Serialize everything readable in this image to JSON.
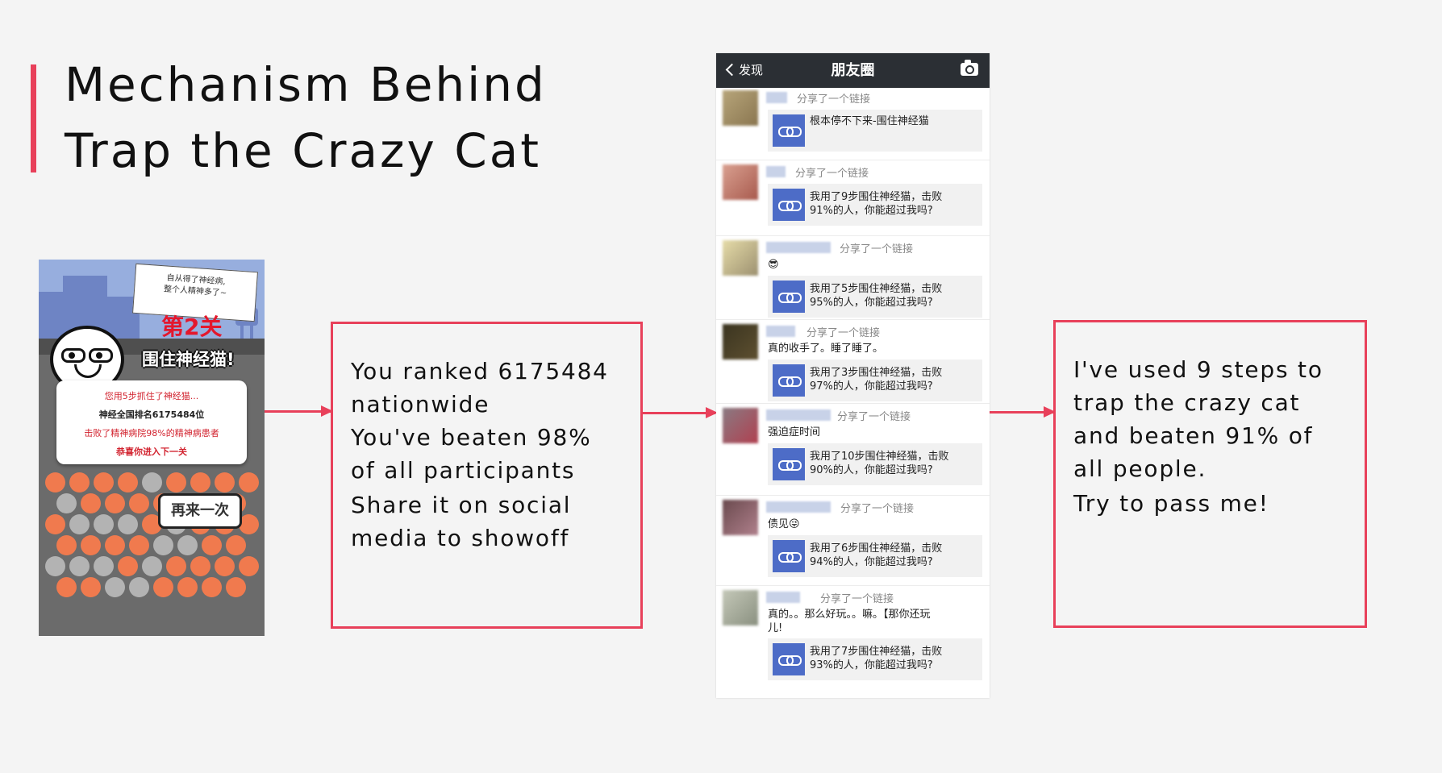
{
  "slide": {
    "title_line1": "Mechanism Behind",
    "title_line2": "Trap the Crazy Cat",
    "accent_color": "#e8405a"
  },
  "game": {
    "banner_line1": "自从得了神经病,",
    "banner_line2": "整个人精神多了~",
    "level": "第2关",
    "game_title": "围住神经猫!",
    "result_line1": "您用5步抓住了神经猫...",
    "result_line2": "神经全国排名6175484位",
    "result_line3": "击败了精神病院98%的精神病患者",
    "result_line4": "恭喜你进入下一关",
    "again_button": "再来一次",
    "dot_colors": {
      "filled": "#f07a4e",
      "empty": "#b3b3b3"
    }
  },
  "box_left": {
    "para1": [
      "You ranked 6175484",
      "nationwide",
      "You've beaten 98%",
      "of all participants"
    ],
    "para2": [
      "Share it on social",
      "media to showoff"
    ]
  },
  "box_right": {
    "para1": [
      "I've used 9 steps to",
      "trap the crazy cat",
      "and beaten 91% of",
      "all people."
    ],
    "para2": [
      "Try to pass me!"
    ]
  },
  "feed": {
    "back_label": "发现",
    "title": "朋友圈",
    "camera_icon": "camera-icon",
    "posts": [
      {
        "share": "分享了一个链接",
        "note": "",
        "link": [
          "根本停不下来-围住神经猫"
        ]
      },
      {
        "share": "分享了一个链接",
        "note": "",
        "link": [
          "我用了9步围住神经猫，击败",
          "91%的人，你能超过我吗?"
        ]
      },
      {
        "share": "分享了一个链接",
        "note": "😎",
        "link": [
          "我用了5步围住神经猫，击败",
          "95%的人，你能超过我吗?"
        ]
      },
      {
        "share": "分享了一个链接",
        "note": "真的收手了。睡了睡了。",
        "link": [
          "我用了3步围住神经猫，击败",
          "97%的人，你能超过我吗?"
        ]
      },
      {
        "share": "分享了一个链接",
        "note": "强迫症时间",
        "link": [
          "我用了10步围住神经猫，击败",
          "90%的人，你能超过我吗?"
        ]
      },
      {
        "share": "分享了一个链接",
        "note": "债见😜",
        "link": [
          "我用了6步围住神经猫，击败",
          "94%的人，你能超过我吗?"
        ]
      },
      {
        "share": "分享了一个链接",
        "note": "真的。。那么好玩。。嘛。【那你还玩",
        "note2": "儿!",
        "link": [
          "我用了7步围住神经猫，击败",
          "93%的人，你能超过我吗?"
        ]
      }
    ]
  }
}
